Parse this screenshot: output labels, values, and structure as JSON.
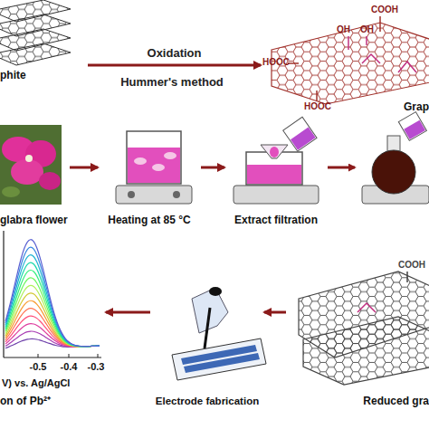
{
  "diagram": {
    "nodes": [
      {
        "text": [
          "phite"
        ]
      },
      {
        "text": [
          "Grap"
        ]
      },
      {
        "text": [
          "glabra flower"
        ]
      },
      {
        "text": [
          "Heating at 85 °C"
        ]
      },
      {
        "text": [
          "Extract filtration"
        ]
      },
      {
        "text": [
          "Reduced gra"
        ]
      },
      {
        "text": [
          "Electrode fabrication"
        ]
      },
      {
        "text": [
          "on of Pb²⁺"
        ]
      }
    ],
    "edges": [
      {
        "from": 0,
        "to": 1,
        "arrow": "to",
        "label": "Oxidation"
      },
      {
        "from": 2,
        "to": 3,
        "arrow": "to"
      },
      {
        "from": 3,
        "to": 4,
        "arrow": "to"
      },
      {
        "from": 5,
        "to": 6,
        "arrow": "to"
      },
      {
        "from": 6,
        "to": 7,
        "arrow": "to"
      }
    ],
    "labels": [
      "Hummer's method",
      "COOH",
      "OH",
      "OH",
      "HOOC",
      "HOOC",
      "-0.5",
      "-0.4",
      "-0.3",
      "V) vs. Ag/AgCl",
      "COOH"
    ]
  }
}
